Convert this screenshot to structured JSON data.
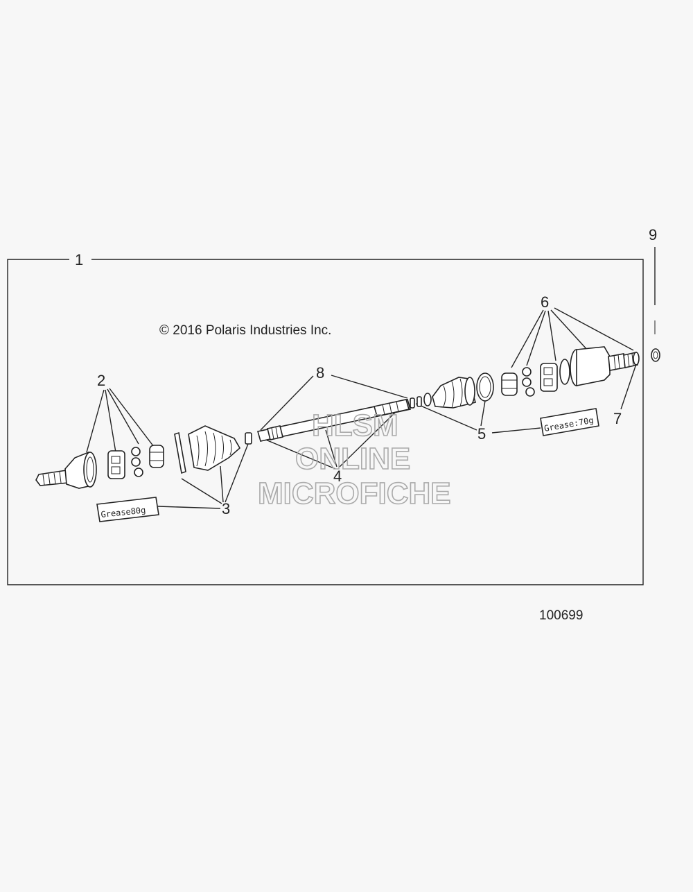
{
  "copyright": "© 2016 Polaris Industries Inc.",
  "figure_number": "100699",
  "watermark": {
    "line1": "HLSM",
    "line2": "ONLINE",
    "line3": "MICROFICHE"
  },
  "callouts": {
    "c1": "1",
    "c2": "2",
    "c3": "3",
    "c4": "4",
    "c5": "5",
    "c6": "6",
    "c7": "7",
    "c8": "8",
    "c9": "9"
  },
  "grease_labels": {
    "inner": "Grease80g",
    "outer": "Grease:70g"
  },
  "colors": {
    "background": "#f7f7f7",
    "line": "#222222",
    "watermark": "#aaaaaa"
  }
}
